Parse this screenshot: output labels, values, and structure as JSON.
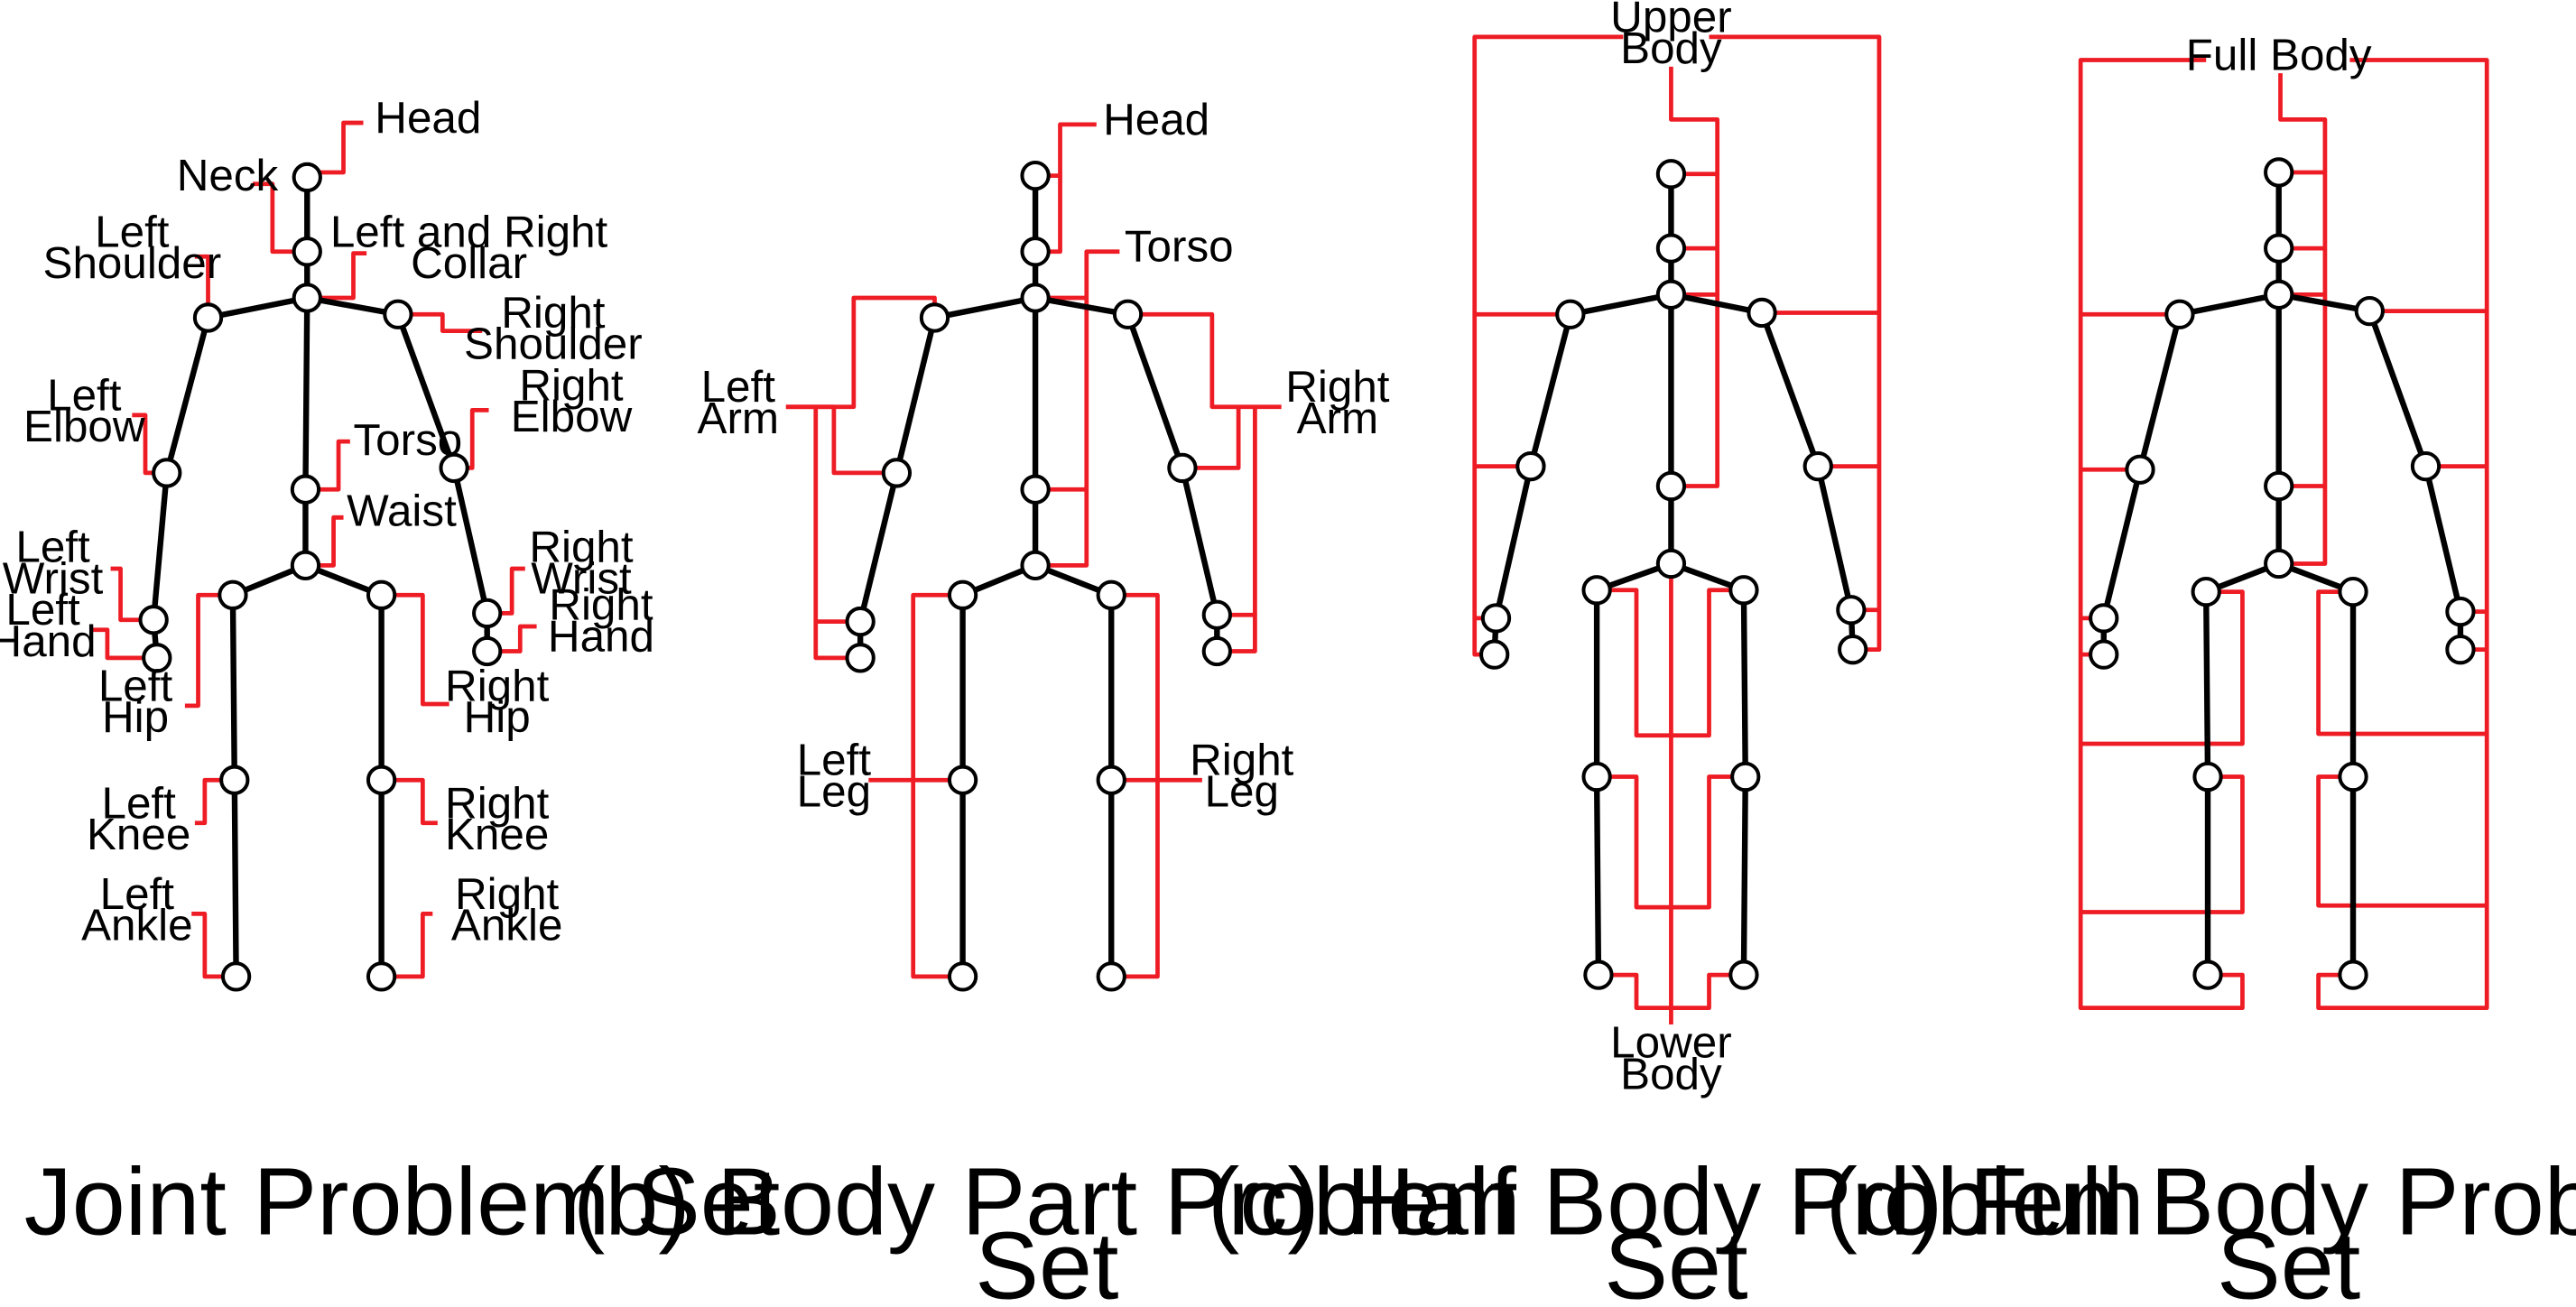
{
  "colors": {
    "skeleton": "#000000",
    "grouping": "#ee1c24",
    "joint_fill": "#ffffff"
  },
  "panels": [
    {
      "caption": [
        "(a) Joint Problem Set"
      ],
      "labels": [
        [
          "Head"
        ],
        [
          "Neck"
        ],
        [
          "Left",
          "Shoulder"
        ],
        [
          "Left and Right",
          "Collar"
        ],
        [
          "Right",
          "Shoulder"
        ],
        [
          "Left",
          "Elbow"
        ],
        [
          "Right",
          "Elbow"
        ],
        [
          "Torso"
        ],
        [
          "Waist"
        ],
        [
          "Left",
          "Wrist"
        ],
        [
          "Right",
          "Wrist"
        ],
        [
          "Left",
          "Hand"
        ],
        [
          "Right",
          "Hand"
        ],
        [
          "Left",
          "Hip"
        ],
        [
          "Right",
          "Hip"
        ],
        [
          "Left",
          "Knee"
        ],
        [
          "Right",
          "Knee"
        ],
        [
          "Left",
          "Ankle"
        ],
        [
          "Right",
          "Ankle"
        ]
      ]
    },
    {
      "caption": [
        "(b) Body Part Problem",
        "Set"
      ],
      "labels": [
        [
          "Head"
        ],
        [
          "Torso"
        ],
        [
          "Left",
          "Arm"
        ],
        [
          "Right",
          "Arm"
        ],
        [
          "Left",
          "Leg"
        ],
        [
          "Right",
          "Leg"
        ]
      ]
    },
    {
      "caption": [
        "(c) Half Body Problem",
        "Set"
      ],
      "labels": [
        [
          "Upper",
          "Body"
        ],
        [
          "Lower",
          "Body"
        ]
      ]
    },
    {
      "caption": [
        "(d) Full Body Problem",
        "Set"
      ],
      "labels": [
        [
          "Full Body"
        ]
      ]
    }
  ]
}
